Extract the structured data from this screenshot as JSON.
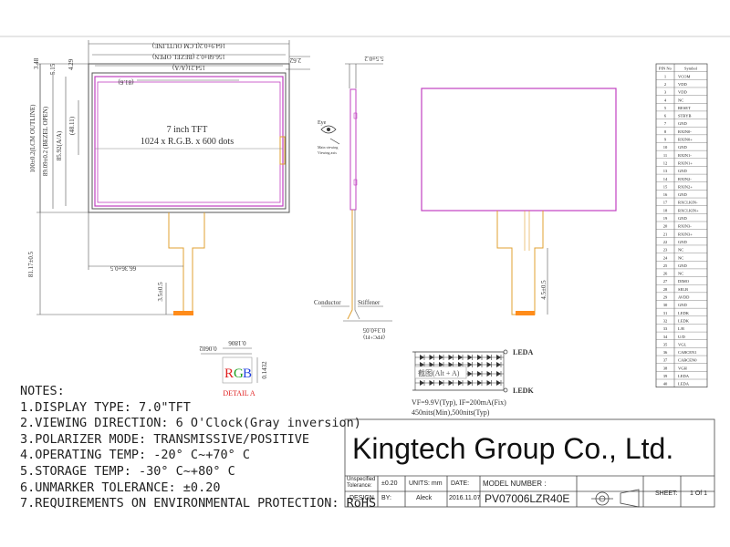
{
  "drawing": {
    "panel_label_line1": "7 inch TFT",
    "panel_label_line2": "1024 x R.G.B. x 600 dots",
    "dim_outline_width": "164.9±0.2(LCM OUTLINE)",
    "dim_bezel_width": "156.68±0.2 (BEZEL OPEN)",
    "dim_aa_width": "154.21(A/A)",
    "dim_inner_width": "(81.6)",
    "dim_fpc_offset": "66.36±0.5",
    "dim_outline_height": "100±0.2(LCM OUTLINE)",
    "dim_bezel_height": "89.09±0.2 (BEZEL OPEN)",
    "dim_aa_height": "85.92(A/A)",
    "dim_inner_height": "(48.11)",
    "dim_total_height": "81.17±0.5",
    "dim_fpc_tail": "3.5±0.5",
    "dim_top_348": "3.48",
    "dim_top_515": "5.15",
    "dim_top_262": "2.62",
    "dim_top_429": "4.29",
    "dim_thickness": "5.5±0.2",
    "dim_fpc_thickness": "0.3±0.05",
    "dim_fpc_thickness_sub": "(FPC+FI)",
    "dim_back_fpc": "4.5±0.5",
    "eye_label": "Eye",
    "viewing_label_1": "Main viewing",
    "viewing_label_2": "Viewing axis",
    "conductor_label": "Conductor",
    "stiffener_label": "Stiffener",
    "detail_dim_a": "0.0602",
    "detail_dim_b": "0.1806",
    "detail_dim_c": "0.1432",
    "detail_r": "R",
    "detail_g": "G",
    "detail_b": "B",
    "detail_title": "DETAIL A",
    "led_a": "LEDA",
    "led_k": "LEDK",
    "led_overlay": "截图(Alt + A)",
    "led_spec_1": "VF=9.9V(Typ), IF=200mA(Fix)",
    "led_spec_2": "450nits(Min),500nits(Typ)"
  },
  "pin_table": {
    "header_no": "PIN No",
    "header_symbol": "Symbol",
    "rows": [
      [
        "1",
        "VCOM"
      ],
      [
        "2",
        "VDD"
      ],
      [
        "3",
        "VDD"
      ],
      [
        "4",
        "NC"
      ],
      [
        "5",
        "RESET"
      ],
      [
        "6",
        "STBYB"
      ],
      [
        "7",
        "GND"
      ],
      [
        "8",
        "RXIN0-"
      ],
      [
        "9",
        "RXIN0+"
      ],
      [
        "10",
        "GND"
      ],
      [
        "11",
        "RXIN1-"
      ],
      [
        "12",
        "RXIN1+"
      ],
      [
        "13",
        "GND"
      ],
      [
        "14",
        "RXIN2-"
      ],
      [
        "15",
        "RXIN2+"
      ],
      [
        "16",
        "GND"
      ],
      [
        "17",
        "RXCLKIN-"
      ],
      [
        "18",
        "RXCLKIN+"
      ],
      [
        "19",
        "GND"
      ],
      [
        "20",
        "RXIN3-"
      ],
      [
        "21",
        "RXIN3+"
      ],
      [
        "22",
        "GND"
      ],
      [
        "23",
        "NC"
      ],
      [
        "24",
        "NC"
      ],
      [
        "25",
        "GND"
      ],
      [
        "26",
        "NC"
      ],
      [
        "27",
        "DIMO"
      ],
      [
        "28",
        "SELB"
      ],
      [
        "29",
        "AVDD"
      ],
      [
        "30",
        "GND"
      ],
      [
        "31",
        "LEDK"
      ],
      [
        "32",
        "LEDK"
      ],
      [
        "33",
        "L/R"
      ],
      [
        "34",
        "U/D"
      ],
      [
        "35",
        "VGL"
      ],
      [
        "36",
        "CABCEN1"
      ],
      [
        "37",
        "CABCEN0"
      ],
      [
        "38",
        "VGH"
      ],
      [
        "39",
        "LEDA"
      ],
      [
        "40",
        "LEDA"
      ]
    ]
  },
  "notes": {
    "title": "NOTES:",
    "lines": [
      "1.DISPLAY TYPE:  7.0\"TFT",
      "2.VIEWING DIRECTION: 6 O'Clock(Gray inversion)",
      "3.POLARIZER MODE: TRANSMISSIVE/POSITIVE",
      "4.OPERATING TEMP: -20° C~+70° C",
      "5.STORAGE TEMP: -30° C~+80° C",
      "6.UNMARKER TOLERANCE: ±0.20",
      "7.REQUIREMENTS ON ENVIRONMENTAL PROTECTION: RoHS"
    ]
  },
  "title_block": {
    "company": "Kingtech Group Co., Ltd.",
    "unspecified_label": "Unspecified Tolerance:",
    "unspecified_value": "±0.20",
    "units_label": "UNITS: mm",
    "date_label": "DATE:",
    "model_label": "MODEL NUMBER :",
    "design_label": "DESIGN",
    "by_label": "BY:",
    "designer": "Aleck",
    "date_value": "2016.11.07",
    "model_value": "PV07006LZR40E",
    "sheet_label": "SHEET:",
    "sheet_value": "1",
    "sheet_of": "1 Of 1"
  }
}
